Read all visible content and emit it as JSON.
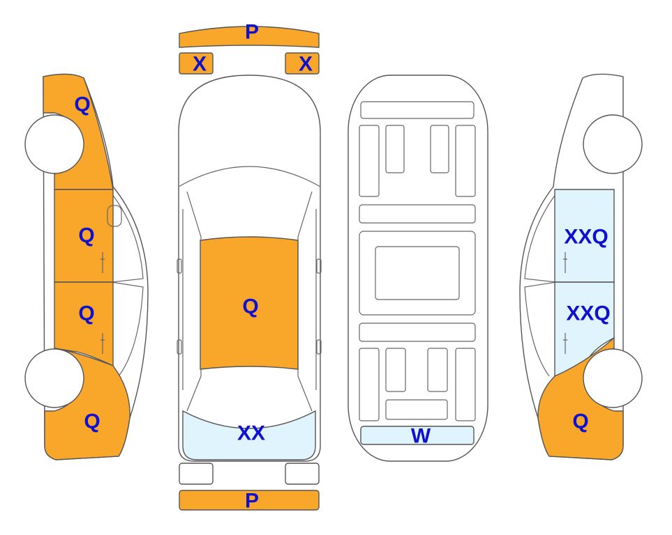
{
  "colors": {
    "damaged": "#F9A72B",
    "light": "#DFF4FC",
    "label": "#1010D0"
  },
  "panels": {
    "front_bumper": "P",
    "left_headlight": "X",
    "right_headlight": "X",
    "left_front_fender": "Q",
    "left_front_door": "Q",
    "left_rear_door": "Q",
    "left_rear_quarter": "Q",
    "roof": "Q",
    "rear_window": "XX",
    "floor_rear": "W",
    "right_front_door": "XXQ",
    "right_rear_door": "XXQ",
    "right_rear_quarter": "Q",
    "rear_bumper": "P"
  }
}
